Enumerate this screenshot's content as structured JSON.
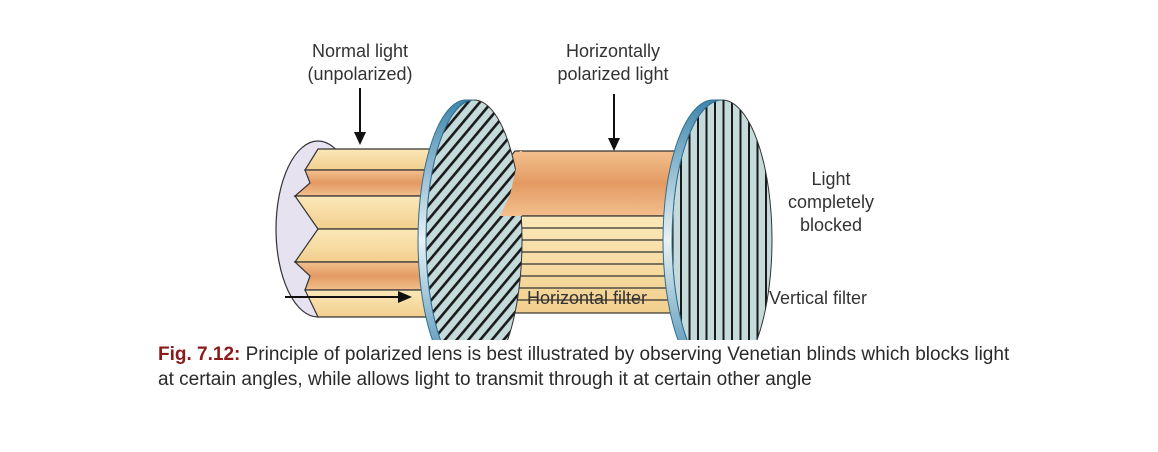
{
  "labels": {
    "normal_light": "Normal light",
    "unpolarized": "(unpolarized)",
    "horizontally": "Horizontally",
    "polarized_light": "polarized light",
    "light": "Light",
    "completely": "completely",
    "blocked": "blocked",
    "horizontal_filter": "Horizontal filter",
    "vertical_filter": "Vertical filter"
  },
  "caption": {
    "fig_label": "Fig. 7.12:",
    "text": " Principle of polarized lens is best illustrated by observing Venetian blinds which blocks light at certain angles, while allows light to transmit through it at certain other angle"
  },
  "colors": {
    "caption_label": "#8b1a1a",
    "beam_light": "#f7dca0",
    "beam_dark": "#e9a46e",
    "filter_rim": "#5b9ec2",
    "filter_face": "#c7dbdb"
  }
}
